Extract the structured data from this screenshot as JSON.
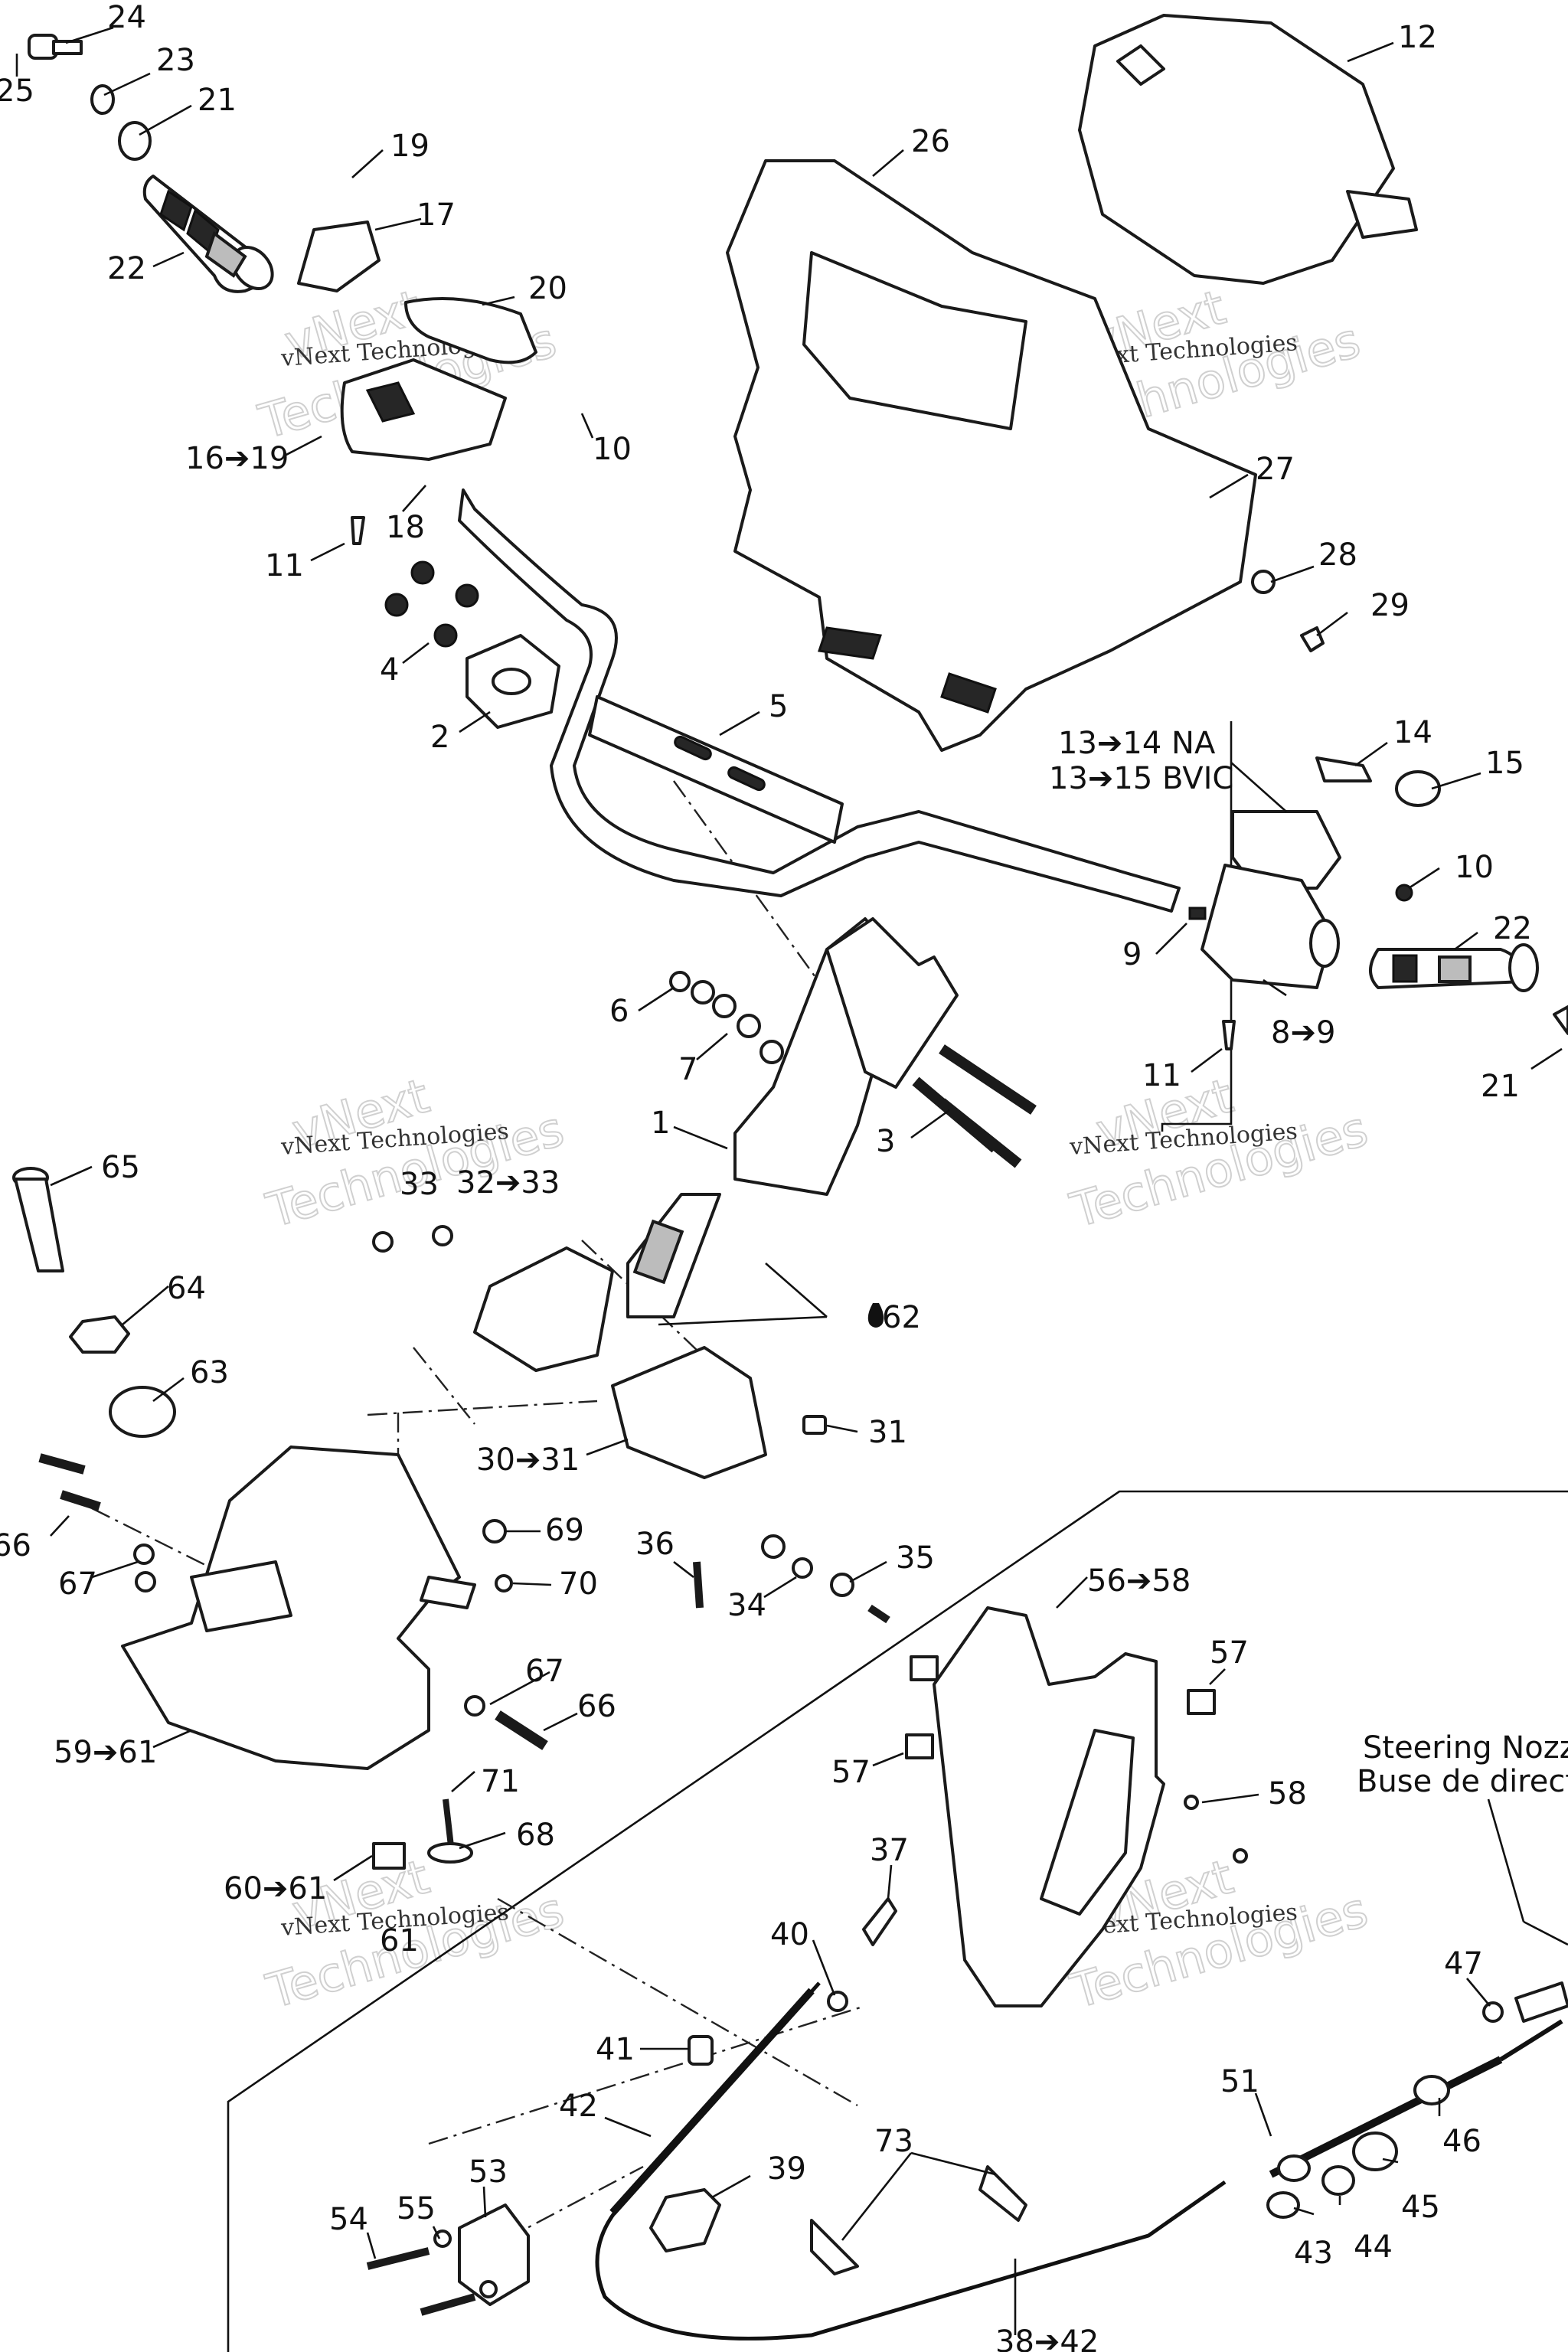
{
  "callouts": [
    {
      "key": "c24",
      "text": "24"
    },
    {
      "key": "c25",
      "text": "25"
    },
    {
      "key": "c23",
      "text": "23"
    },
    {
      "key": "c21a",
      "text": "21"
    },
    {
      "key": "c19",
      "text": "19"
    },
    {
      "key": "c17",
      "text": "17"
    },
    {
      "key": "c22a",
      "text": "22"
    },
    {
      "key": "c20",
      "text": "20"
    },
    {
      "key": "c10a",
      "text": "10"
    },
    {
      "key": "c16",
      "text": "16➔19"
    },
    {
      "key": "c18",
      "text": "18"
    },
    {
      "key": "c11a",
      "text": "11"
    },
    {
      "key": "c4",
      "text": "4"
    },
    {
      "key": "c2",
      "text": "2"
    },
    {
      "key": "c5",
      "text": "5"
    },
    {
      "key": "c12",
      "text": "12"
    },
    {
      "key": "c26",
      "text": "26"
    },
    {
      "key": "c27",
      "text": "27"
    },
    {
      "key": "c28",
      "text": "28"
    },
    {
      "key": "c29",
      "text": "29"
    },
    {
      "key": "c13a",
      "text": "13➔14 NA"
    },
    {
      "key": "c13b",
      "text": "13➔15 BVIC"
    },
    {
      "key": "c14",
      "text": "14"
    },
    {
      "key": "c15",
      "text": "15"
    },
    {
      "key": "c10b",
      "text": "10"
    },
    {
      "key": "c9",
      "text": "9"
    },
    {
      "key": "c22b",
      "text": "22"
    },
    {
      "key": "c8",
      "text": "8➔9"
    },
    {
      "key": "c11b",
      "text": "11"
    },
    {
      "key": "c21b",
      "text": "21"
    },
    {
      "key": "c6",
      "text": "6"
    },
    {
      "key": "c7",
      "text": "7"
    },
    {
      "key": "c1",
      "text": "1"
    },
    {
      "key": "c3",
      "text": "3"
    },
    {
      "key": "c65",
      "text": "65"
    },
    {
      "key": "c33",
      "text": "33"
    },
    {
      "key": "c32",
      "text": "32➔33"
    },
    {
      "key": "c64",
      "text": "64"
    },
    {
      "key": "c62",
      "text": "62"
    },
    {
      "key": "c63",
      "text": "63"
    },
    {
      "key": "c31a",
      "text": "31"
    },
    {
      "key": "c30",
      "text": "30➔31"
    },
    {
      "key": "c66a",
      "text": "66"
    },
    {
      "key": "c67a",
      "text": "67"
    },
    {
      "key": "c69",
      "text": "69"
    },
    {
      "key": "c70",
      "text": "70"
    },
    {
      "key": "c36",
      "text": "36"
    },
    {
      "key": "c35",
      "text": "35"
    },
    {
      "key": "c34",
      "text": "34"
    },
    {
      "key": "c56",
      "text": "56➔58"
    },
    {
      "key": "c57a",
      "text": "57"
    },
    {
      "key": "c57b",
      "text": "57"
    },
    {
      "key": "c67b",
      "text": "67"
    },
    {
      "key": "c66b",
      "text": "66"
    },
    {
      "key": "c59",
      "text": "59➔61"
    },
    {
      "key": "c71",
      "text": "71"
    },
    {
      "key": "c58",
      "text": "58"
    },
    {
      "key": "c68",
      "text": "68"
    },
    {
      "key": "c37",
      "text": "37"
    },
    {
      "key": "c60",
      "text": "60➔61"
    },
    {
      "key": "c61",
      "text": "61"
    },
    {
      "key": "c40",
      "text": "40"
    },
    {
      "key": "c47",
      "text": "47"
    },
    {
      "key": "c41",
      "text": "41"
    },
    {
      "key": "c51",
      "text": "51"
    },
    {
      "key": "c42",
      "text": "42"
    },
    {
      "key": "c73",
      "text": "73"
    },
    {
      "key": "c46",
      "text": "46"
    },
    {
      "key": "c53",
      "text": "53"
    },
    {
      "key": "c39",
      "text": "39"
    },
    {
      "key": "c55",
      "text": "55"
    },
    {
      "key": "c54",
      "text": "54"
    },
    {
      "key": "c45",
      "text": "45"
    },
    {
      "key": "c43",
      "text": "43"
    },
    {
      "key": "c44",
      "text": "44"
    },
    {
      "key": "c38",
      "text": "38➔42"
    }
  ],
  "notes": {
    "steering_en": "Steering Nozz",
    "steering_fr": "Buse de direct"
  },
  "watermarks": {
    "brand": "vNext",
    "company": "vNext Technologies",
    "outline": "Technologies"
  }
}
